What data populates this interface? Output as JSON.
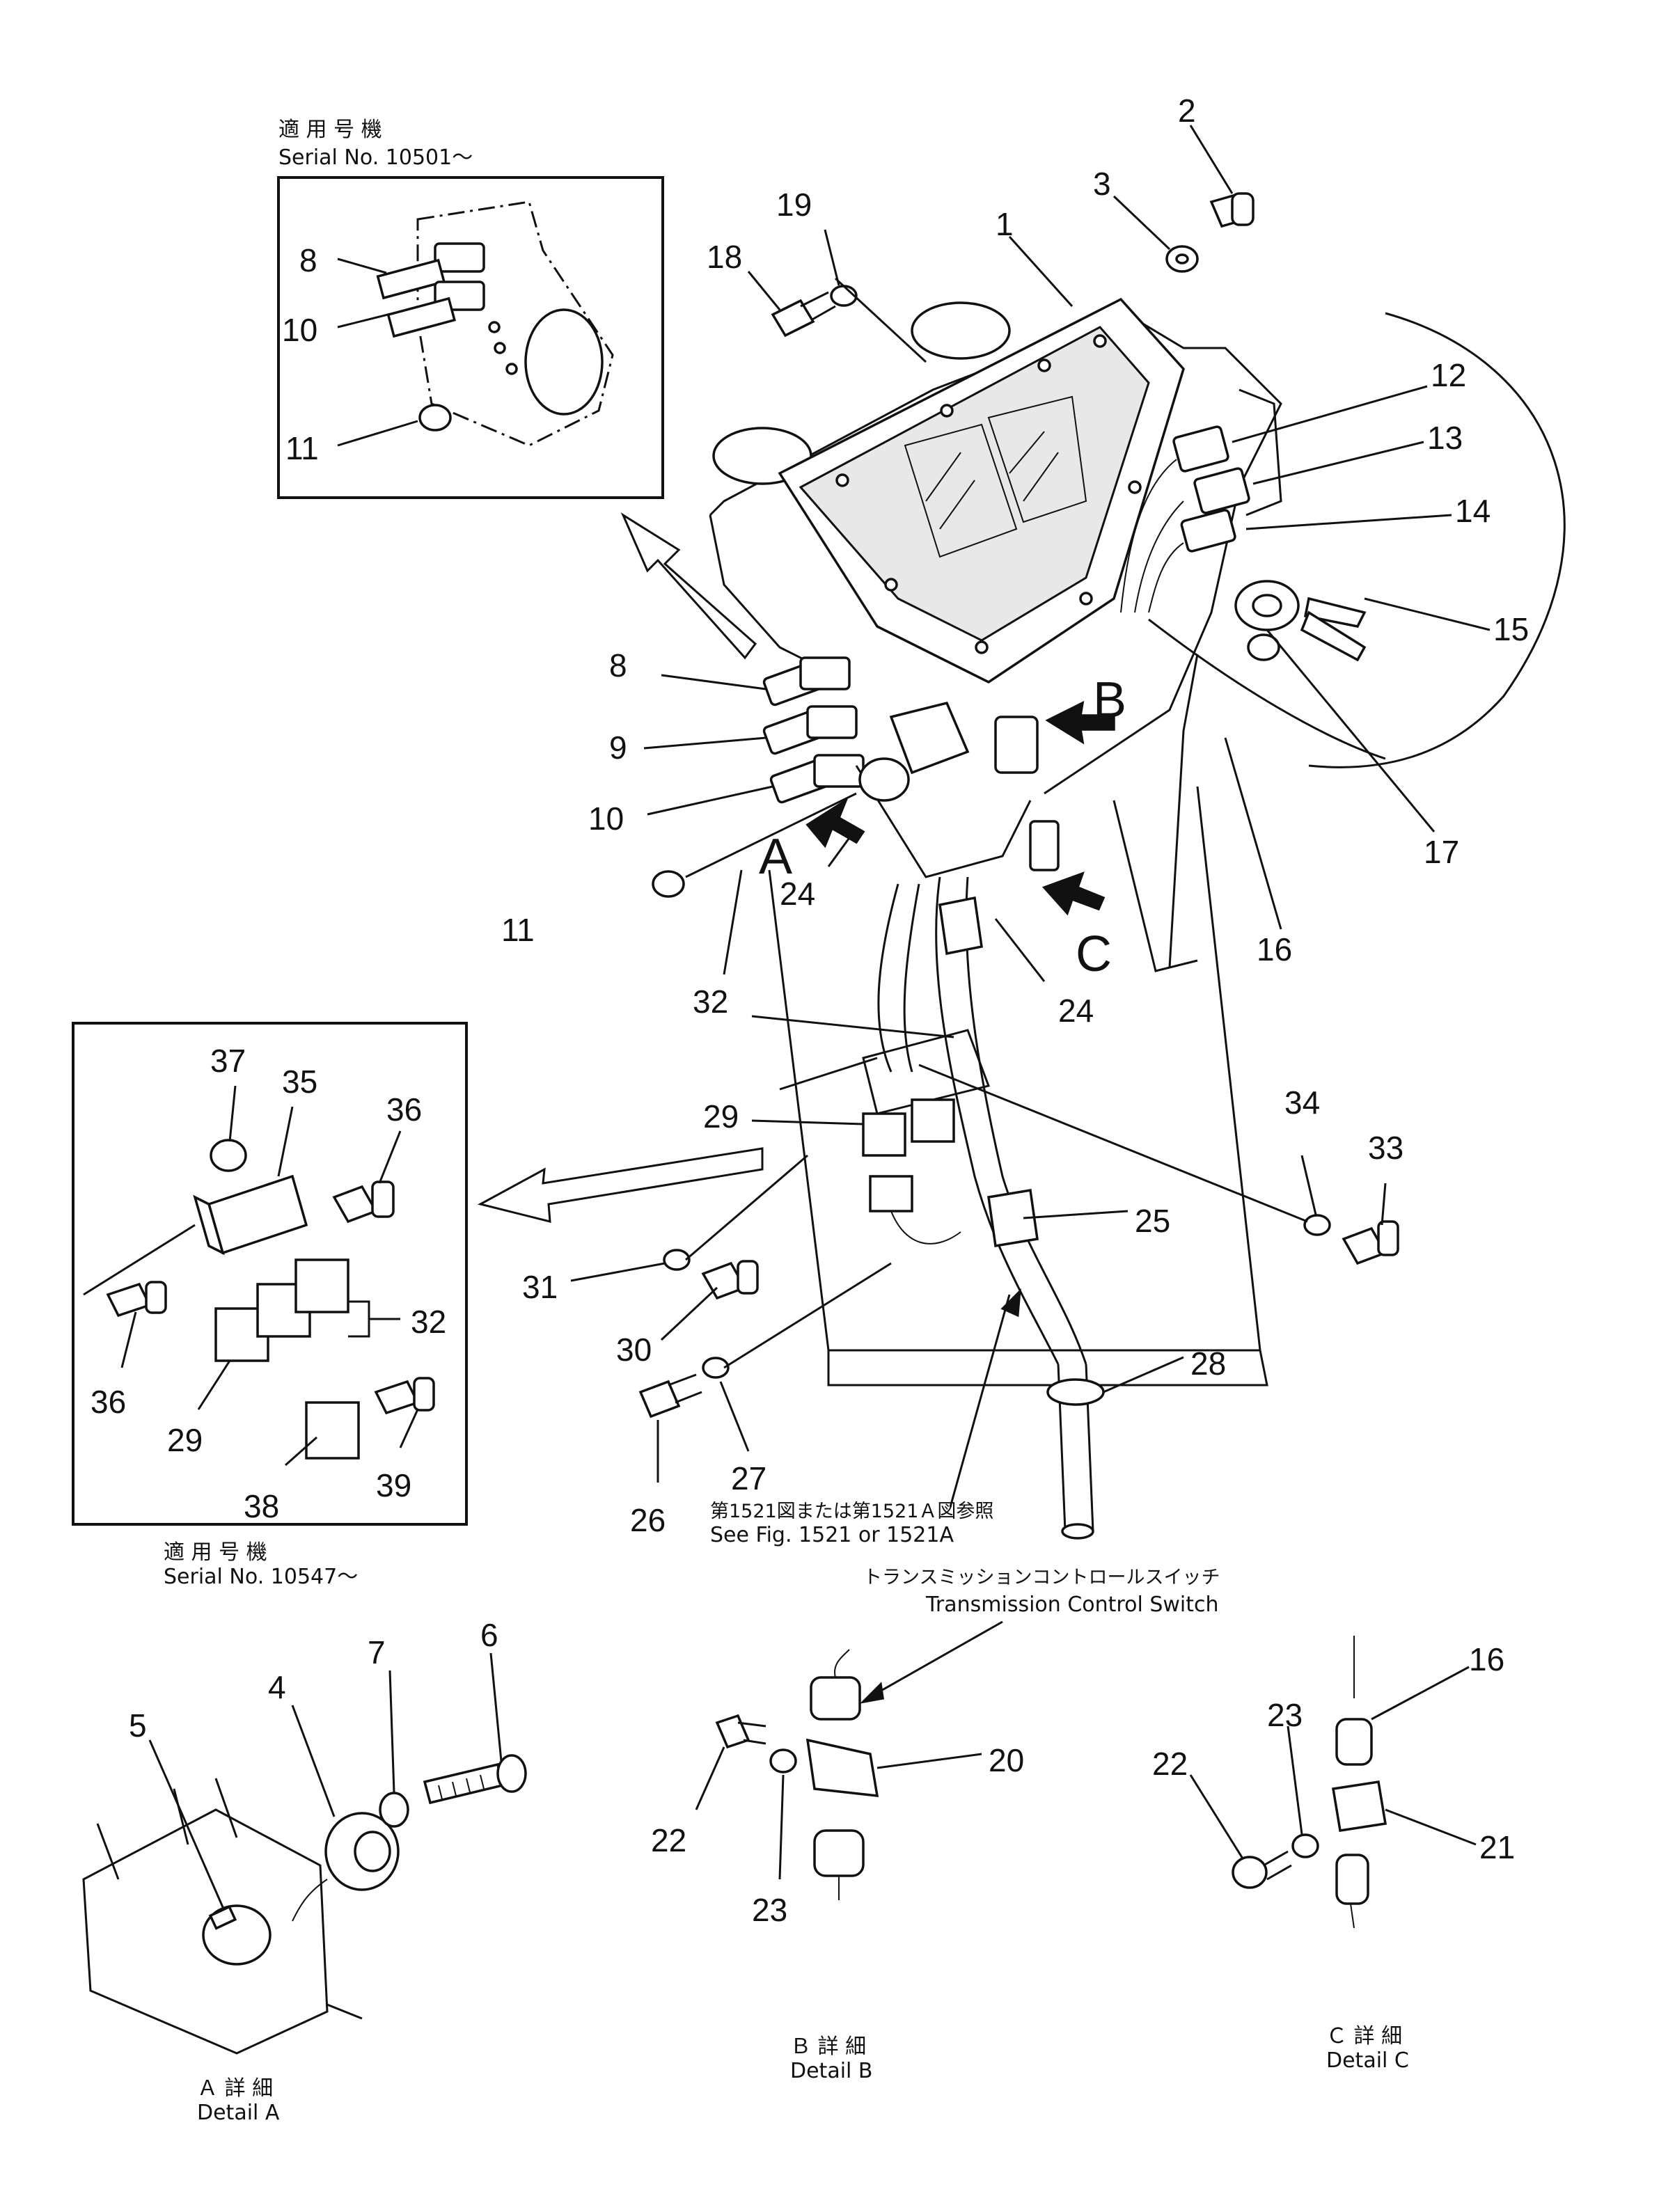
{
  "inset_top": {
    "applicability_jp": "適 用 号 機",
    "serial": "Serial No. 10501～"
  },
  "inset_left": {
    "applicability_jp": "適 用 号 機",
    "serial": "Serial No. 10547～"
  },
  "see_fig": {
    "jp": "第1521図または第1521Ａ図参照",
    "en": "See Fig. 1521 or 1521A"
  },
  "transmission_switch": {
    "jp": "トランスミッションコントロールスイッチ",
    "en": "Transmission Control Switch"
  },
  "details": {
    "a_jp": "Ａ 詳 細",
    "a_en": "Detail A",
    "b_jp": "Ｂ 詳 細",
    "b_en": "Detail B",
    "c_jp": "Ｃ 詳 細",
    "c_en": "Detail C"
  },
  "view_letters": {
    "a": "A",
    "b": "B",
    "c": "C"
  },
  "callouts": {
    "n1": "1",
    "n2": "2",
    "n3": "3",
    "n4": "4",
    "n5": "5",
    "n6": "6",
    "n7": "7",
    "n8a": "8",
    "n8b": "8",
    "n9": "9",
    "n10a": "10",
    "n10b": "10",
    "n11a": "11",
    "n11b": "11",
    "n12": "12",
    "n13": "13",
    "n14": "14",
    "n15": "15",
    "n16a": "16",
    "n16b": "16",
    "n17": "17",
    "n18": "18",
    "n19": "19",
    "n20": "20",
    "n21": "21",
    "n22a": "22",
    "n22b": "22",
    "n23a": "23",
    "n23b": "23",
    "n24a": "24",
    "n24b": "24",
    "n25": "25",
    "n26": "26",
    "n27": "27",
    "n28": "28",
    "n29a": "29",
    "n29b": "29",
    "n30": "30",
    "n31": "31",
    "n32a": "32",
    "n32b": "32",
    "n33": "33",
    "n34": "34",
    "n35": "35",
    "n36a": "36",
    "n36b": "36",
    "n37": "37",
    "n38": "38",
    "n39": "39"
  }
}
